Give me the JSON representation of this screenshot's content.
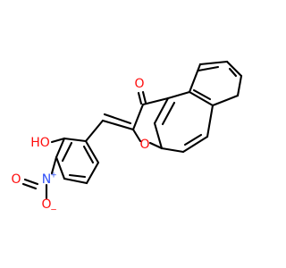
{
  "molecule": {
    "colors": {
      "bond": "#000000",
      "oxygen": "#ff0d0d",
      "nitrogen": "#3050f8",
      "background": "#ffffff"
    },
    "labels": {
      "ketone_oxygen": "O",
      "ring_oxygen": "O",
      "hydroxyl": "HO",
      "nitro_nitrogen": "N",
      "nitro_nitrogen_charge": "+",
      "nitro_oxygen_double": "O",
      "nitro_oxygen_single": "O",
      "nitro_oxygen_single_charge": "−"
    }
  }
}
